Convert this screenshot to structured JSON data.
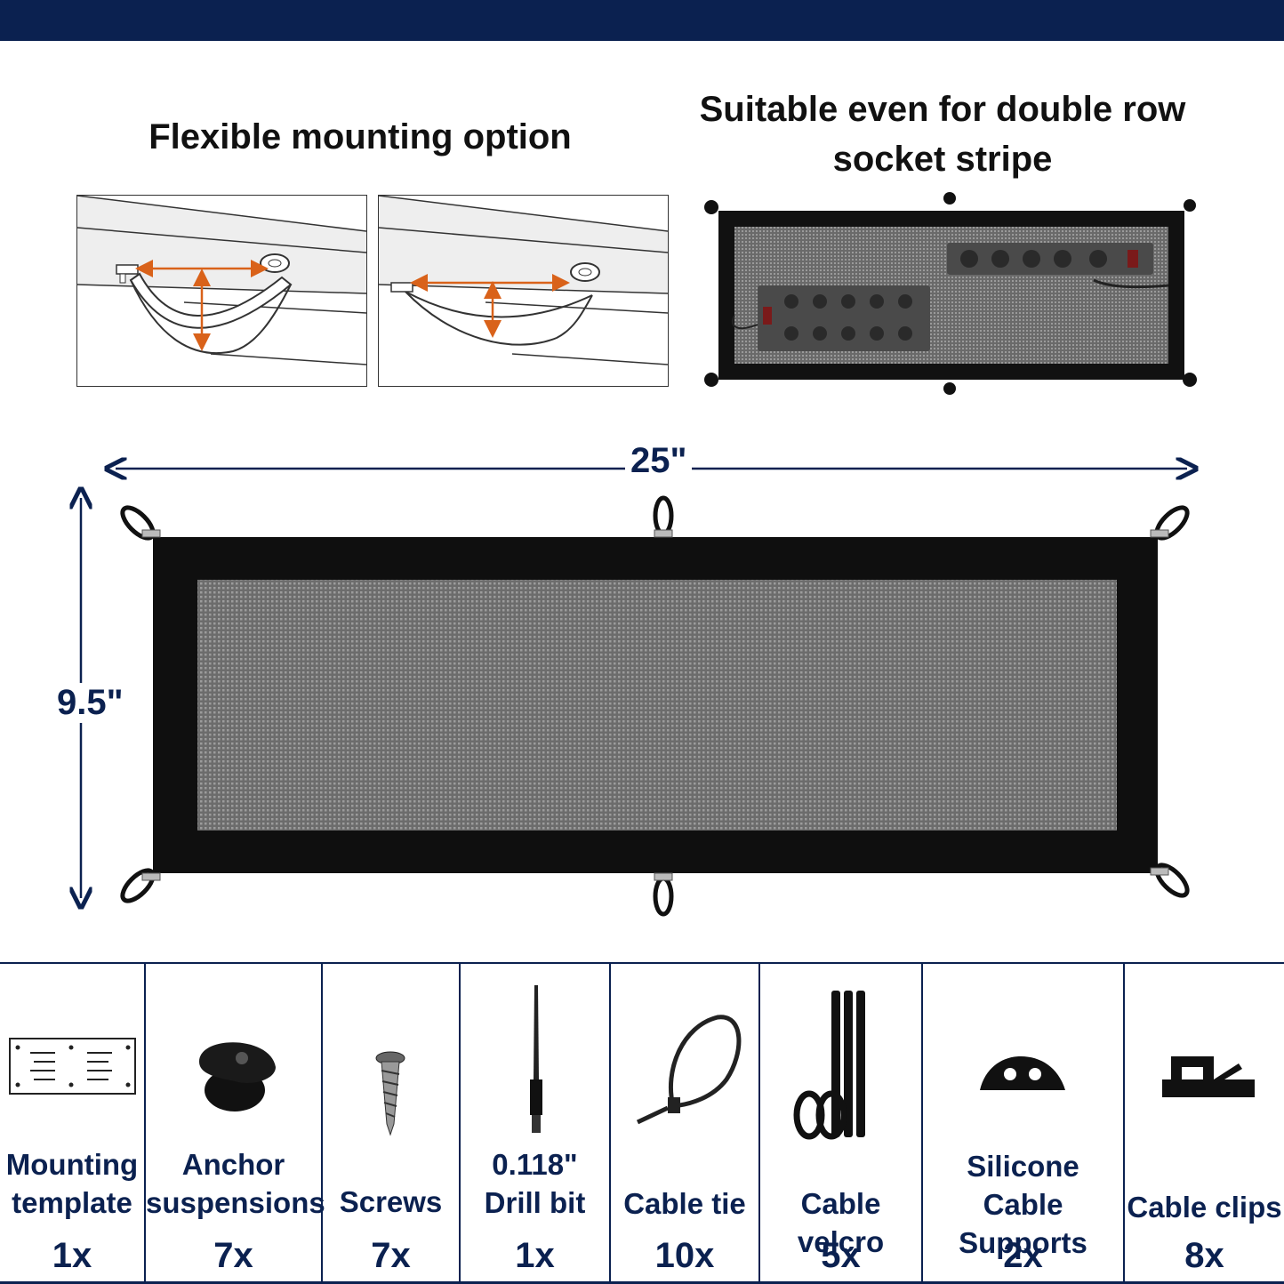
{
  "header": {
    "left_title": "Flexible mounting option",
    "right_title": "Suitable even for double row socket stripe"
  },
  "dimensions": {
    "width": "25\"",
    "height": "9.5\""
  },
  "accessories": [
    {
      "name": "Mounting template",
      "qty": "1x",
      "icon": "mounting-template-icon"
    },
    {
      "name": "Anchor suspensions",
      "qty": "7x",
      "icon": "anchor-suspension-icon"
    },
    {
      "name": "Screws",
      "qty": "7x",
      "icon": "screw-icon"
    },
    {
      "name": "0.118\" Drill bit",
      "qty": "1x",
      "icon": "drill-bit-icon"
    },
    {
      "name": "Cable tie",
      "qty": "10x",
      "icon": "cable-tie-icon"
    },
    {
      "name": "Cable velcro",
      "qty": "5x",
      "icon": "cable-velcro-icon"
    },
    {
      "name": "Silicone Cable Supports",
      "qty": "2x",
      "icon": "cable-support-icon"
    },
    {
      "name": "Cable clips",
      "qty": "8x",
      "icon": "cable-clip-icon"
    }
  ],
  "colors": {
    "brand_navy": "#0b2150",
    "arrow_orange": "#d9621a",
    "net_black": "#111111",
    "mesh_gray": "#7c7c7c"
  }
}
